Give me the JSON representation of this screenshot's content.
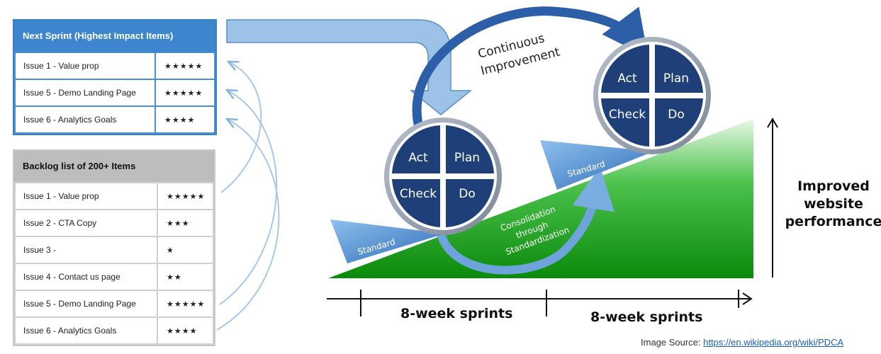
{
  "next_sprint": {
    "title": "Next Sprint (Highest Impact Items)",
    "items": [
      {
        "label": "Issue 1 - Value prop",
        "stars": "★★★★★"
      },
      {
        "label": "Issue 5 - Demo Landing Page",
        "stars": "★★★★★"
      },
      {
        "label": "Issue 6 - Analytics Goals",
        "stars": "★★★★"
      }
    ]
  },
  "backlog": {
    "title": "Backlog list of 200+ Items",
    "items": [
      {
        "label": "Issue 1 - Value prop",
        "stars": "★★★★★"
      },
      {
        "label": "Issue 2 - CTA Copy",
        "stars": "★★★"
      },
      {
        "label": "Issue 3 -",
        "stars": "★"
      },
      {
        "label": "Issue 4 - Contact us page",
        "stars": "★★"
      },
      {
        "label": "Issue 5 - Demo Landing Page",
        "stars": "★★★★★"
      },
      {
        "label": "Issue 6 - Analytics Goals",
        "stars": "★★★★"
      }
    ]
  },
  "diagram": {
    "continuous_line1": "Continuous",
    "continuous_line2": "Improvement",
    "pdca1": {
      "act": "Act",
      "plan": "Plan",
      "check": "Check",
      "do": "Do"
    },
    "pdca2": {
      "act": "Act",
      "plan": "Plan",
      "check": "Check",
      "do": "Do"
    },
    "standard_left": "Standard",
    "standard_right": "Standard",
    "consolidation_line1": "Consolidation",
    "consolidation_line2": "through",
    "consolidation_line3": "Standardization",
    "sprint1": "8-week sprints",
    "sprint2": "8-week sprints",
    "performance_line1": "Improved",
    "performance_line2": "website",
    "performance_line3": "performance"
  },
  "source": {
    "prefix": "Image Source: ",
    "link": "https://en.wikipedia.org/wiki/PDCA"
  },
  "colors": {
    "circle_blue": "#1f3f78",
    "header_blue": "#3d85cc",
    "slope_green": "#16a116",
    "arrow_light_blue": "#9cc2e8"
  }
}
